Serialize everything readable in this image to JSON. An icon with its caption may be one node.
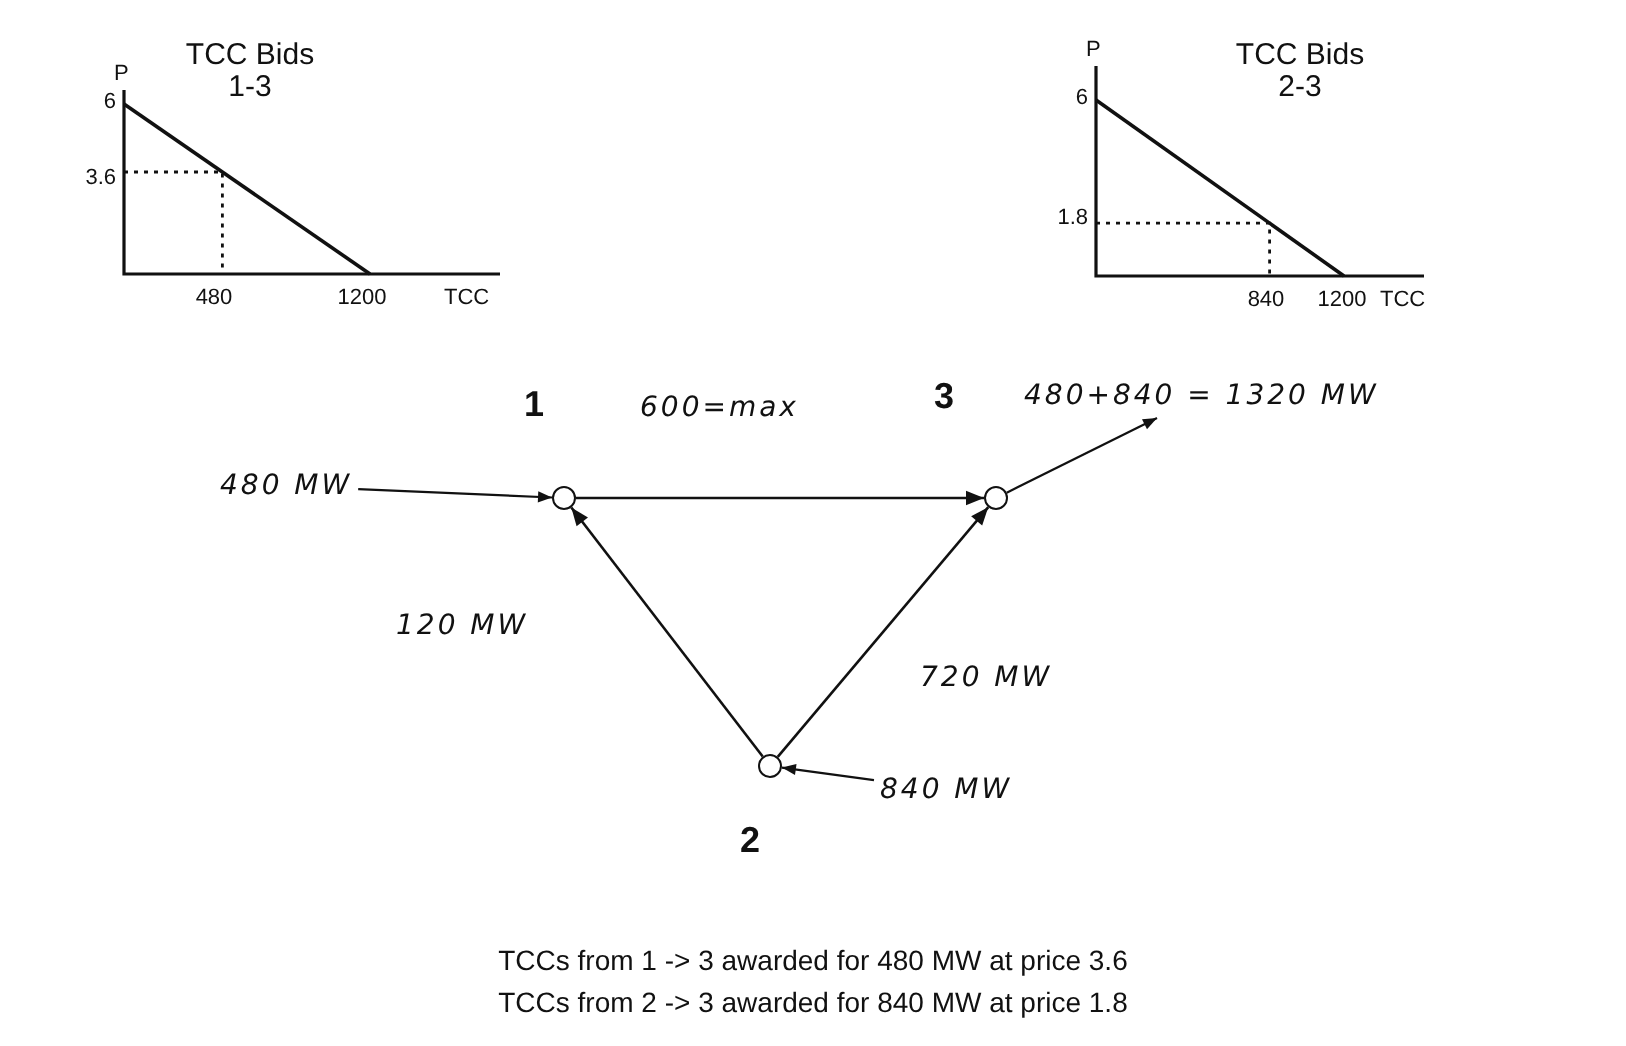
{
  "diagram": {
    "nodes": [
      {
        "text": [
          "1"
        ]
      },
      {
        "text": [
          "3"
        ]
      },
      {
        "text": [
          "480+840 = 1320 MW"
        ]
      },
      {
        "text": [
          "480 MW"
        ]
      },
      {
        "text": [
          "840 MW"
        ]
      },
      {
        "text": [
          "2"
        ]
      }
    ],
    "edges": [
      {
        "from": 0,
        "to": 1,
        "arrow": "to",
        "label": "600=max"
      },
      {
        "from": 5,
        "to": 0,
        "arrow": "to",
        "label": "120 MW"
      },
      {
        "from": 5,
        "to": 1,
        "arrow": "to",
        "label": "720 MW"
      },
      {
        "from": 3,
        "to": 0,
        "arrow": "to"
      },
      {
        "from": 4,
        "to": 5,
        "arrow": "to"
      },
      {
        "from": 1,
        "to": 2,
        "arrow": "to"
      }
    ],
    "labels": [
      "TCC Bids 1-3",
      "P",
      "6",
      "3.6",
      "480",
      "1200",
      "TCC",
      "TCC Bids 2-3",
      "P",
      "6",
      "1.8",
      "840",
      "1200",
      "TCC",
      "TCCs from 1 -> 3 awarded for 480 MW at price 3.6",
      "TCCs from 2 -> 3 awarded for 840 MW at price 1.8"
    ]
  }
}
